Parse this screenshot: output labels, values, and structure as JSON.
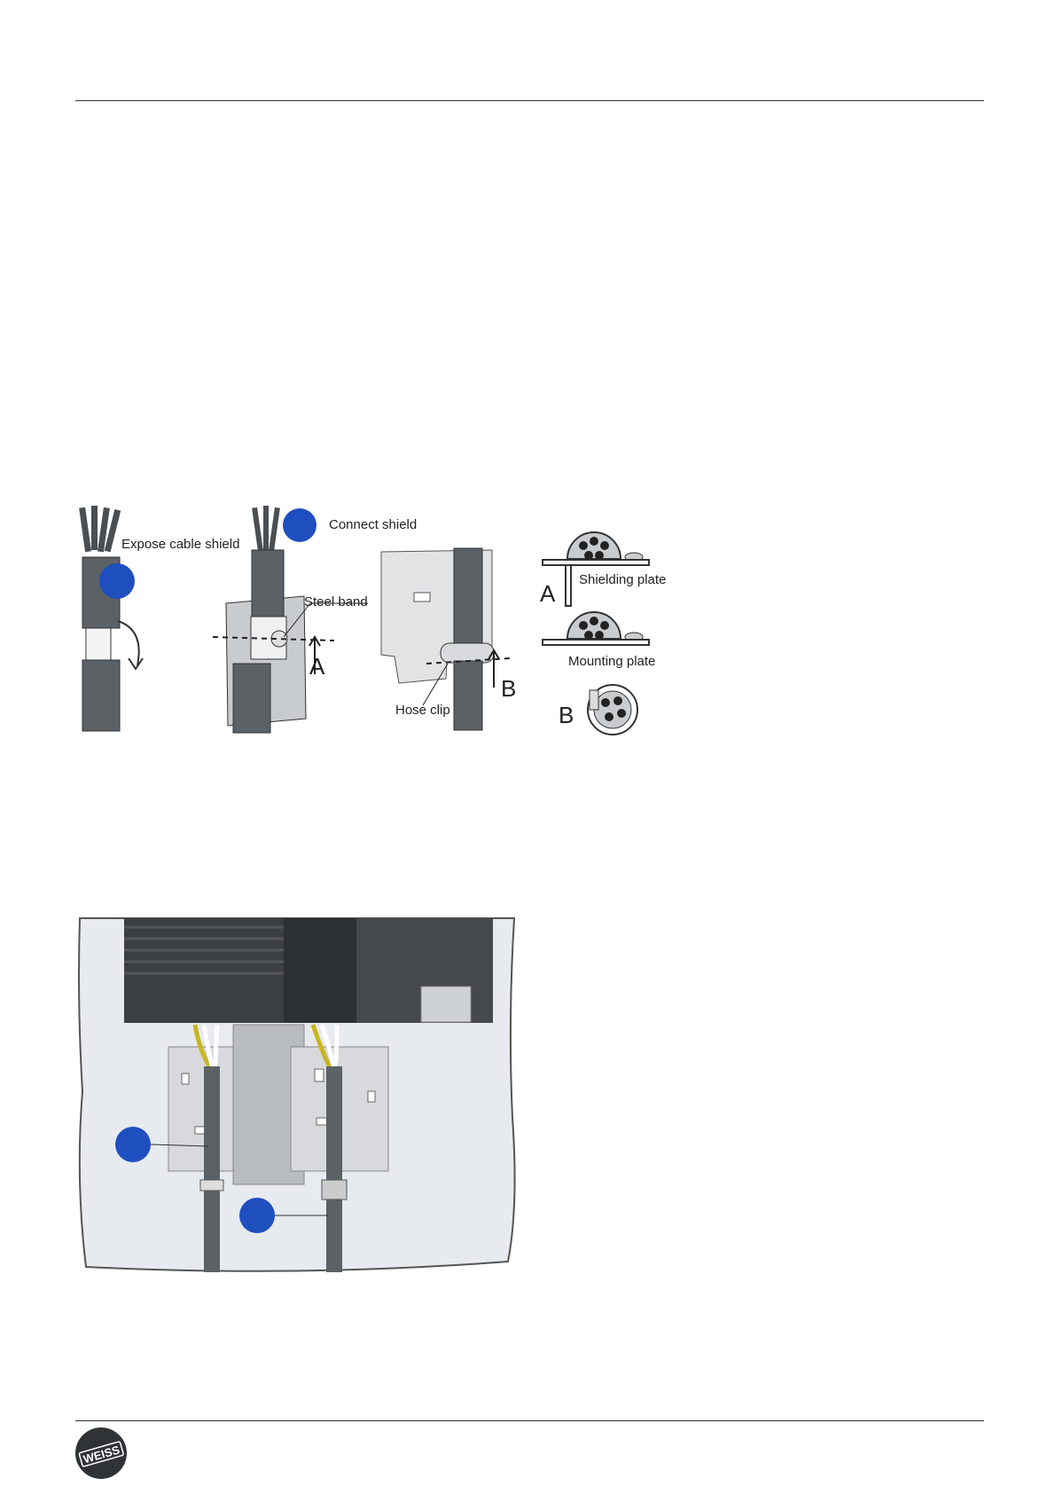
{
  "figure1": {
    "label_expose": "Expose cable shield",
    "label_connect": "Connect shield",
    "label_steel_band": "Steel band",
    "label_hose_clip": "Hose clip",
    "label_shielding_plate": "Shielding plate",
    "label_mounting_plate": "Mounting plate",
    "marker_a": "A",
    "marker_b": "B",
    "marker_a_detail": "A",
    "marker_b_detail": "B"
  },
  "footer": {
    "logo_text": "WEISS"
  },
  "colors": {
    "callout_blue": "#1f4fbf",
    "cable_gray": "#5c6166",
    "plate_gray": "#c9cccf",
    "rule": "#333333"
  }
}
